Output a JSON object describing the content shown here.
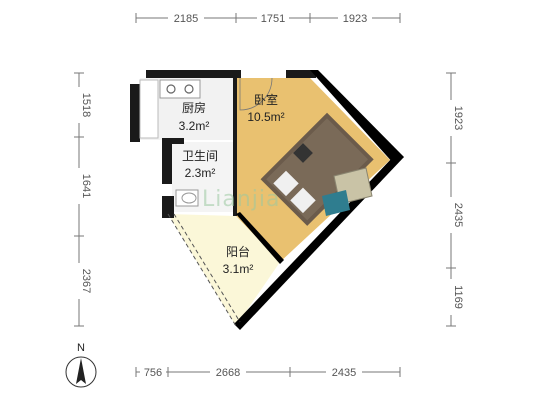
{
  "dimensions": {
    "top": [
      "2185",
      "1751",
      "1923"
    ],
    "bottom": [
      "756",
      "2668",
      "2435"
    ],
    "left": [
      "1518",
      "1641",
      "2367"
    ],
    "right": [
      "1923",
      "2435",
      "1169"
    ]
  },
  "rooms": {
    "kitchen": {
      "name": "厨房",
      "area": "3.2m²"
    },
    "bathroom": {
      "name": "卫生间",
      "area": "2.3m²"
    },
    "bedroom": {
      "name": "卧室",
      "area": "10.5m²"
    },
    "balcony": {
      "name": "阳台",
      "area": "3.1m²"
    }
  },
  "watermark": "Lianjia",
  "compass": {
    "label": "N"
  },
  "colors": {
    "wall": "#1a1a1a",
    "bedroom_floor": "#e9c170",
    "kitchen_floor": "#f2f2f2",
    "balcony_floor": "#fbf7d8",
    "bed": "#6b5b4b"
  }
}
